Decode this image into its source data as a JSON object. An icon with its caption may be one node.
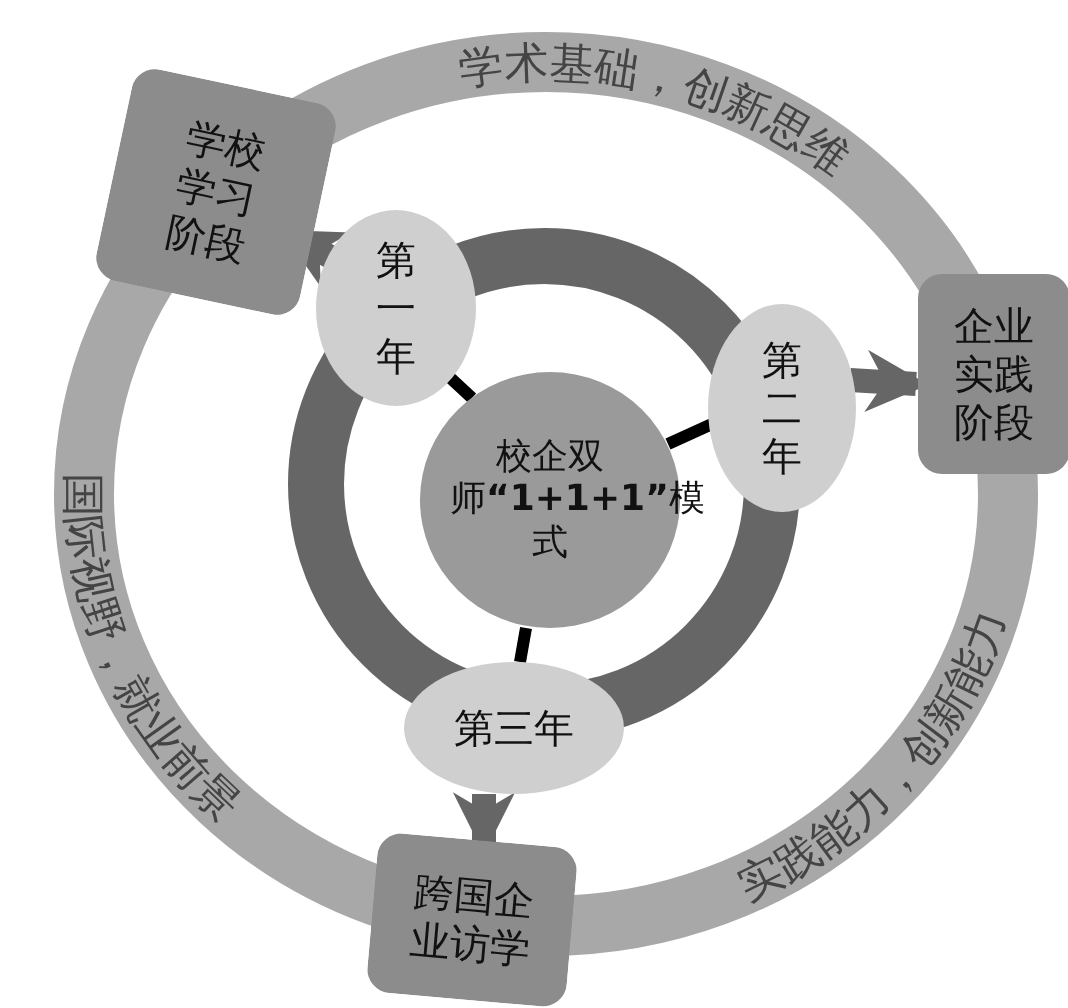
{
  "diagram": {
    "nodes": [
      {
        "text": [
          "校企双师**“1+1+1”**模式"
        ]
      },
      {
        "text": [
          "第一年"
        ]
      },
      {
        "text": [
          "第二年"
        ]
      },
      {
        "text": [
          "第三年"
        ]
      },
      {
        "text": [
          "学校学习阶段"
        ]
      },
      {
        "text": [
          "企业实践阶段"
        ]
      },
      {
        "text": [
          "跨国企业访学"
        ]
      }
    ],
    "edges": [
      {
        "from": 0,
        "to": 1,
        "arrow": "none"
      },
      {
        "from": 0,
        "to": 2,
        "arrow": "none"
      },
      {
        "from": 0,
        "to": 3,
        "arrow": "none"
      },
      {
        "from": 1,
        "to": 4,
        "arrow": "to",
        "style": "thick",
        "color": "#666666"
      },
      {
        "from": 2,
        "to": 5,
        "arrow": "to",
        "style": "thick",
        "color": "#666666"
      },
      {
        "from": 3,
        "to": 6,
        "arrow": "to",
        "style": "thick",
        "color": "#666666"
      }
    ],
    "labels": [
      "学术基础，创新思维",
      "国际视野，就业前景",
      "实践能力，创新能力"
    ]
  }
}
